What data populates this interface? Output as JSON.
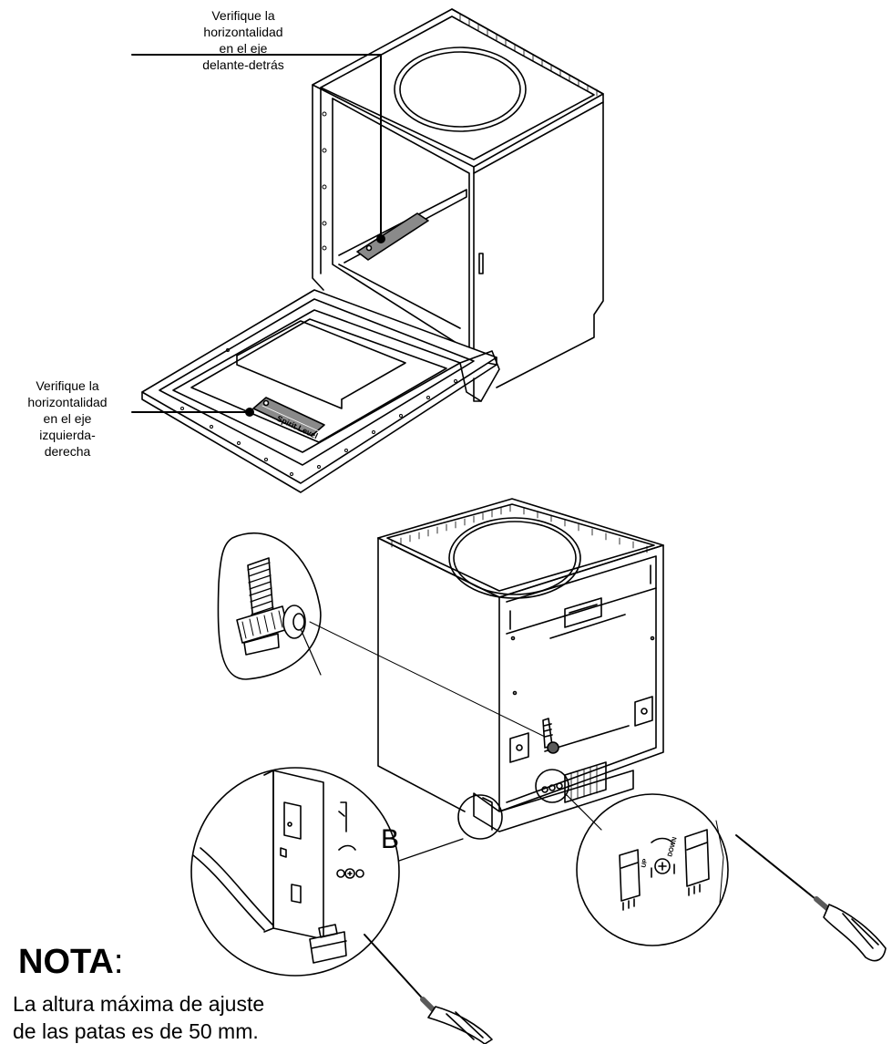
{
  "callouts": {
    "front_back": "Verifique la horizontalidad en el eje delante-detrás",
    "front_back_lines": [
      "Verifique la",
      "horizontalidad",
      "en el eje",
      "delante-detrás"
    ],
    "left_right_lines": [
      "Verifique la",
      "horizontalidad",
      "en el eje",
      "izquierda-",
      "derecha"
    ]
  },
  "labels": {
    "spirit_level": "Spirit Level",
    "zoom_b": "B",
    "up": "UP",
    "down": "DOWN"
  },
  "note": {
    "title": "NOTA",
    "colon": ":",
    "line1": "La altura máxima de ajuste",
    "line2": "de las patas es de 50 mm."
  },
  "colors": {
    "line": "#000000",
    "fill": "#ffffff",
    "level_fill": "#8a8a8a",
    "handle_fill": "#5a5a5a"
  }
}
